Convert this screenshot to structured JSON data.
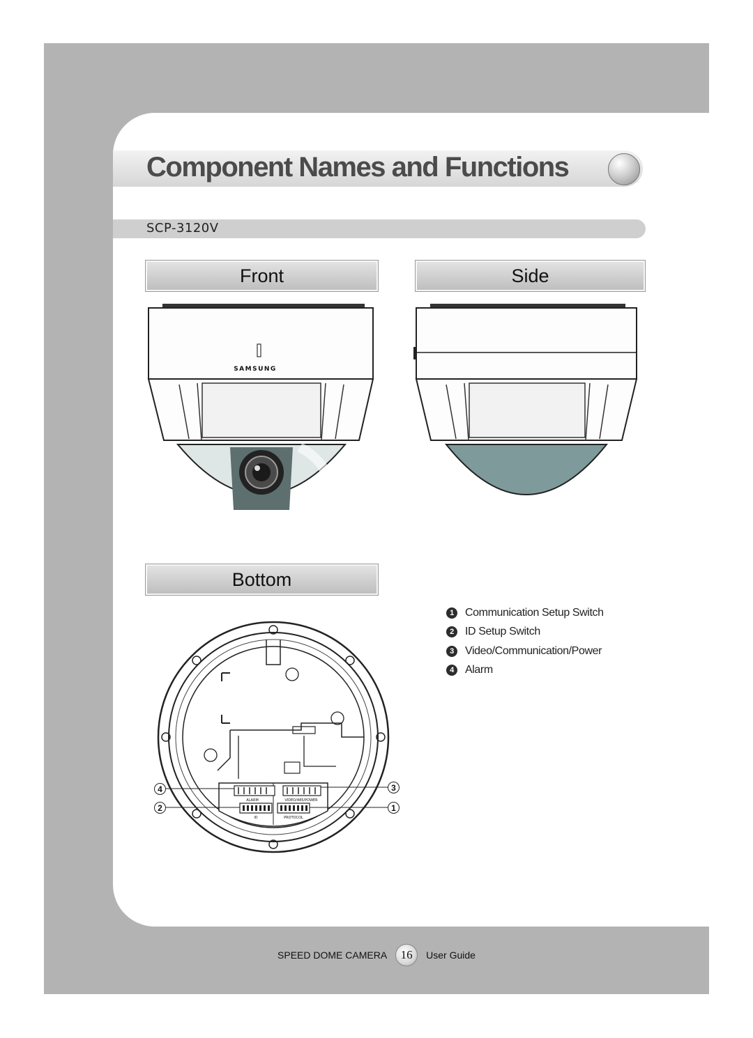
{
  "title": "Component Names and Functions",
  "model": "SCP-3120V",
  "views": {
    "front": "Front",
    "side": "Side",
    "bottom": "Bottom"
  },
  "camera": {
    "brand": "SAMSUNG"
  },
  "board_labels": {
    "alarm": "ALARM",
    "video": "VIDEO/485/POWER",
    "id": "ID",
    "protocol": "PROTOCOL"
  },
  "legend": [
    {
      "num": "1",
      "label": "Communication Setup Switch"
    },
    {
      "num": "2",
      "label": "ID Setup Switch"
    },
    {
      "num": "3",
      "label": "Video/Communication/Power"
    },
    {
      "num": "4",
      "label": "Alarm"
    }
  ],
  "callouts": {
    "c1": "1",
    "c2": "2",
    "c3": "3",
    "c4": "4"
  },
  "footer": {
    "left": "SPEED DOME CAMERA",
    "page": "16",
    "right": "User Guide"
  },
  "colors": {
    "frame": "#b3b3b3",
    "dome": "#7f9a9a",
    "title": "#4b4b4b"
  }
}
